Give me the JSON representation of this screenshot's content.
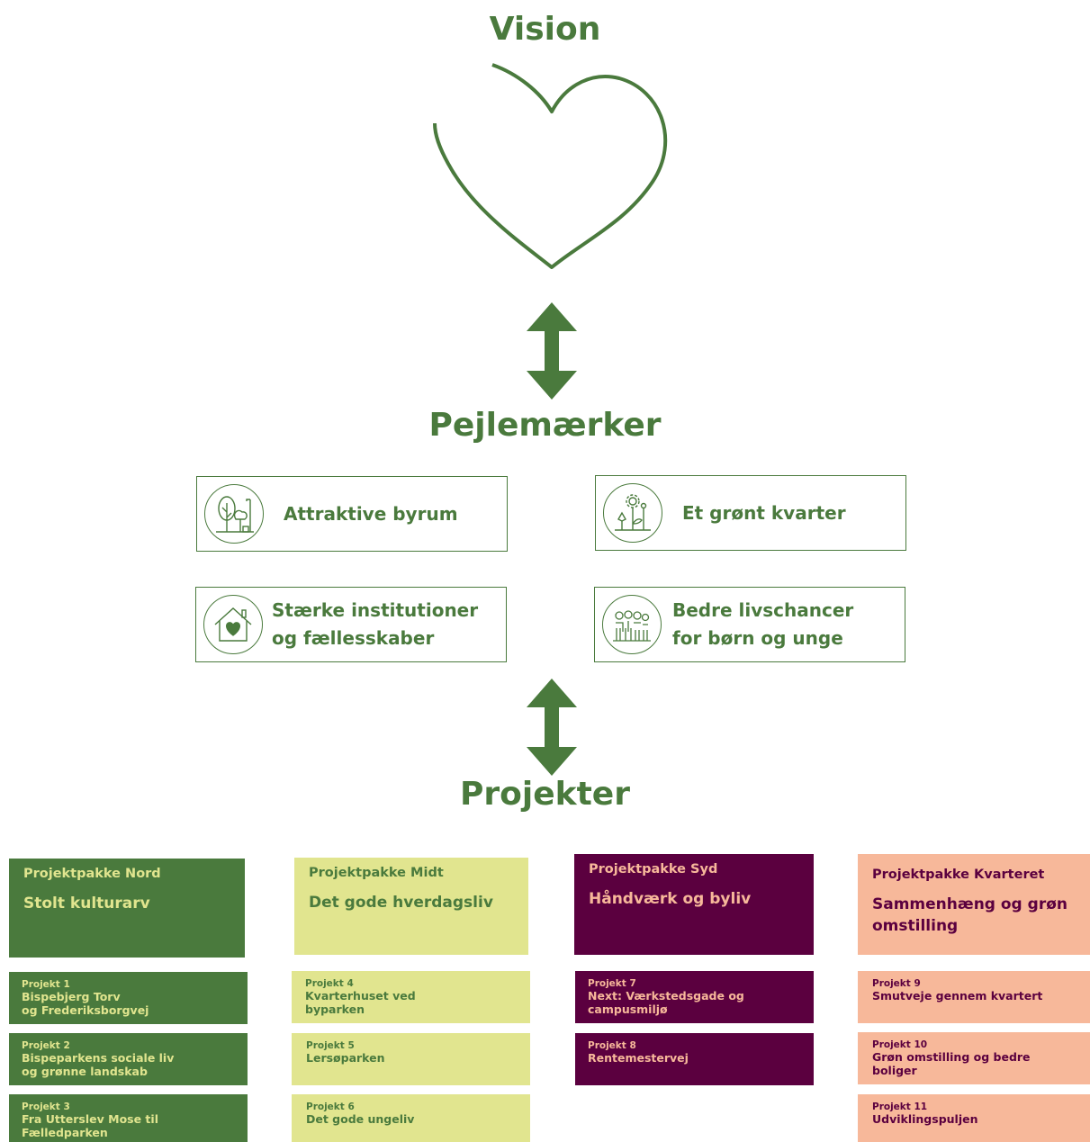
{
  "vision": {
    "title": "Vision"
  },
  "pejlemaerker": {
    "title": "Pejlemærker",
    "items": [
      {
        "label": "Attraktive byrum",
        "icon": "tree-streetlamp-icon"
      },
      {
        "label": "Et grønt kvarter",
        "icon": "plants-flower-icon"
      },
      {
        "label": "Stærke institutioner\nog fællesskaber",
        "icon": "house-heart-icon"
      },
      {
        "label": "Bedre livschancer\nfor børn og unge",
        "icon": "children-group-icon"
      }
    ]
  },
  "projekter": {
    "title": "Projekter",
    "packs": [
      {
        "name": "Projektpakke Nord",
        "theme": "Stolt kulturarv",
        "bg": "#4a7a3d",
        "fg": "#e1e58f"
      },
      {
        "name": "Projektpakke Midt",
        "theme": "Det gode hverdagsliv",
        "bg": "#e1e58f",
        "fg": "#4a7a3d"
      },
      {
        "name": "Projektpakke Syd",
        "theme": "Håndværk og byliv",
        "bg": "#5b003f",
        "fg": "#f7b89a"
      },
      {
        "name": "Projektpakke Kvarteret",
        "theme": "Sammenhæng og grøn omstilling",
        "bg": "#f7b89a",
        "fg": "#5b003f"
      }
    ],
    "projects": [
      {
        "num": "Projekt 1",
        "name": "Bispebjerg Torv\nog Frederiksborgvej"
      },
      {
        "num": "Projekt 2",
        "name": "Bispeparkens sociale liv\nog grønne landskab"
      },
      {
        "num": "Projekt 3",
        "name": "Fra Utterslev Mose til\nFælledparken"
      },
      {
        "num": "Projekt 4",
        "name": "Kvarterhuset ved\nbyparken"
      },
      {
        "num": "Projekt 5",
        "name": "Lersøparken"
      },
      {
        "num": "Projekt 6",
        "name": "Det gode ungeliv"
      },
      {
        "num": "Projekt 7",
        "name": "Next: Værkstedsgade og\ncampusmiljø"
      },
      {
        "num": "Projekt 8",
        "name": "Rentemestervej"
      },
      {
        "num": "Projekt 9",
        "name": "Smutveje gennem kvartert"
      },
      {
        "num": "Projekt 10",
        "name": "Grøn omstilling og bedre\nboliger"
      },
      {
        "num": "Projekt 11",
        "name": "Udviklingspuljen"
      }
    ]
  },
  "colors": {
    "green": "#4a7a3d",
    "lime": "#e1e58f",
    "plum": "#5b003f",
    "peach": "#f7b89a"
  }
}
